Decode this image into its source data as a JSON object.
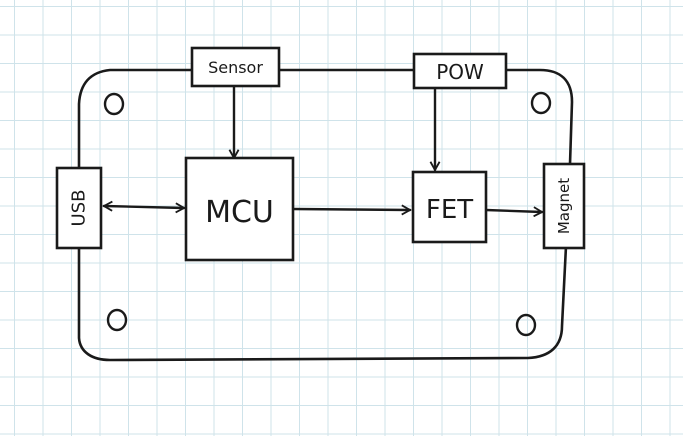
{
  "diagram": {
    "blocks": {
      "sensor": "Sensor",
      "pow": "POW",
      "usb": "USB",
      "mcu": "MCU",
      "fet": "FET",
      "magnet": "Magnet"
    },
    "mounting_holes": 4
  }
}
